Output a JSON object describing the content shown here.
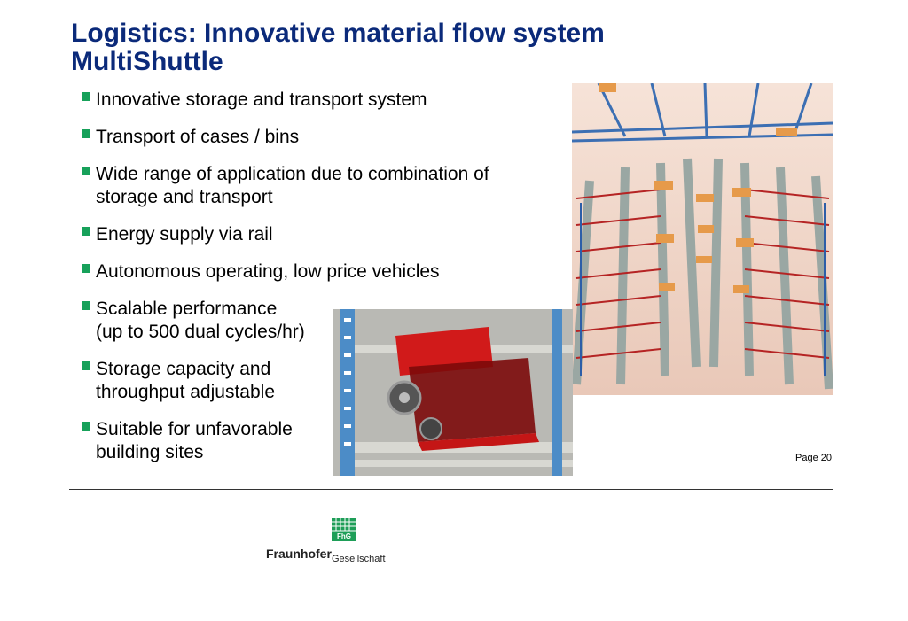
{
  "slide": {
    "title_line1": "Logistics: Innovative material flow system",
    "title_line2": "MultiShuttle",
    "bullets": [
      {
        "line1": "Innovative storage and transport system",
        "line2": ""
      },
      {
        "line1": "Transport of cases / bins",
        "line2": ""
      },
      {
        "line1": "Wide range of application due to combination of",
        "line2": "storage and transport"
      },
      {
        "line1": "Energy supply via rail",
        "line2": ""
      },
      {
        "line1": "Autonomous operating, low price vehicles",
        "line2": ""
      },
      {
        "line1": "Scalable performance",
        "line2": "(up to 500 dual cycles/hr)"
      },
      {
        "line1": "Storage capacity and",
        "line2": "throughput adjustable"
      },
      {
        "line1": "Suitable for unfavorable",
        "line2": "building sites"
      }
    ],
    "page_label": "Page 20",
    "colors": {
      "title": "#0b2a7a",
      "bullet": "#17a15a",
      "logo_green": "#1e9e58"
    }
  },
  "footer": {
    "logo_brand": "Fraunhofer",
    "logo_sub": "Gesellschaft",
    "logo_mark": "FhG"
  },
  "icons": {
    "bullet": "green-square-bullet-icon",
    "logo": "fraunhofer-logo-icon"
  }
}
